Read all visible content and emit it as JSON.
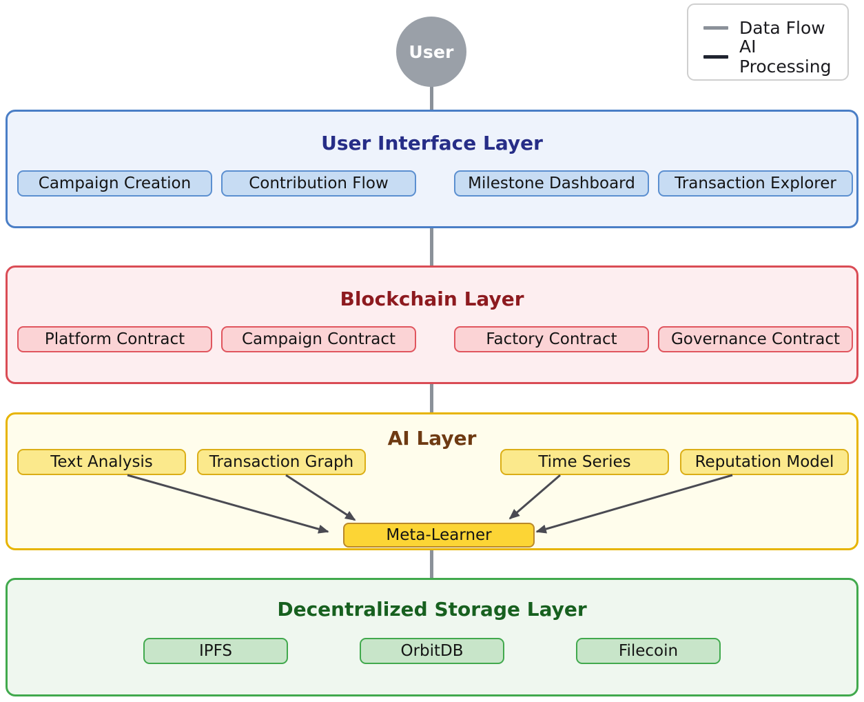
{
  "legend": {
    "items": [
      {
        "label": "Data Flow",
        "color": "#8b9199",
        "icon": "line-swatch-icon"
      },
      {
        "label": "AI Processing",
        "color": "#1f2430",
        "icon": "line-swatch-icon"
      }
    ]
  },
  "actor": {
    "label": "User",
    "color": "#9aa0a8"
  },
  "layers": [
    {
      "id": "user-interface",
      "title": "User Interface Layer",
      "fill": "#eef3fc",
      "stroke": "#4a7ec6",
      "title_color": "#262d87",
      "node_fill": "#c7dcf3",
      "node_stroke": "#5b8fd0",
      "nodes": [
        {
          "label": "Campaign Creation"
        },
        {
          "label": "Contribution Flow"
        },
        {
          "label": "Milestone Dashboard"
        },
        {
          "label": "Transaction Explorer"
        }
      ]
    },
    {
      "id": "blockchain",
      "title": "Blockchain Layer",
      "fill": "#fdeef0",
      "stroke": "#da4c55",
      "title_color": "#8d1a1f",
      "node_fill": "#fbd3d5",
      "node_stroke": "#e0555e",
      "nodes": [
        {
          "label": "Platform Contract"
        },
        {
          "label": "Campaign Contract"
        },
        {
          "label": "Factory Contract"
        },
        {
          "label": "Governance Contract"
        }
      ]
    },
    {
      "id": "ai",
      "title": "AI Layer",
      "fill": "#fffdec",
      "stroke": "#e7b400",
      "title_color": "#6e3a12",
      "node_fill": "#fbe98c",
      "node_stroke": "#dbae16",
      "nodes": [
        {
          "label": "Text Analysis"
        },
        {
          "label": "Transaction Graph"
        },
        {
          "label": "Time Series"
        },
        {
          "label": "Reputation Model"
        }
      ],
      "aggregator": {
        "label": "Meta-Learner",
        "fill": "#fcd535",
        "stroke": "#b9882a"
      }
    },
    {
      "id": "decentralized-storage",
      "title": "Decentralized Storage Layer",
      "fill": "#eff7ef",
      "stroke": "#41a94d",
      "title_color": "#17601f",
      "node_fill": "#c8e5c9",
      "node_stroke": "#41a94d",
      "nodes": [
        {
          "label": "IPFS"
        },
        {
          "label": "OrbitDB"
        },
        {
          "label": "Filecoin"
        }
      ]
    }
  ],
  "connectors": {
    "spine_color": "#8b9199",
    "arrow_color": "#4a4a52"
  }
}
